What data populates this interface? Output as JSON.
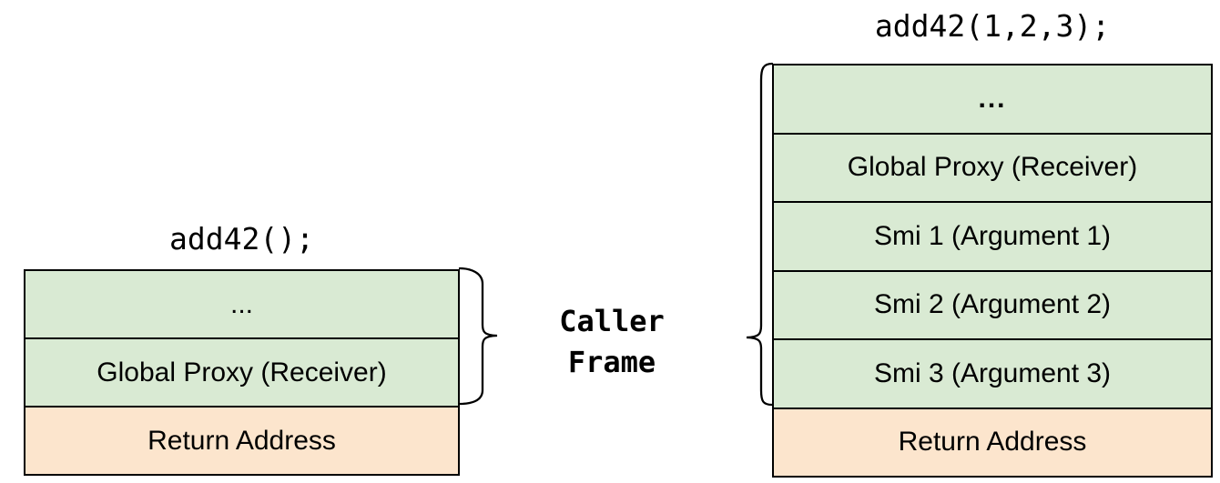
{
  "colors": {
    "slot_green": "#d9ead3",
    "slot_orange": "#fce5cd",
    "border": "#000000",
    "text": "#000000",
    "background": "#ffffff"
  },
  "left_stack": {
    "call_label": "add42();",
    "rows": [
      {
        "label": "..."
      },
      {
        "label": "Global Proxy (Receiver)"
      },
      {
        "label": "Return Address"
      }
    ]
  },
  "right_stack": {
    "call_label": "add42(1,2,3);",
    "rows": [
      {
        "label": "..."
      },
      {
        "label": "Global Proxy (Receiver)"
      },
      {
        "label": "Smi 1 (Argument 1)"
      },
      {
        "label": "Smi 2 (Argument 2)"
      },
      {
        "label": "Smi 3 (Argument 3)"
      },
      {
        "label": "Return Address"
      }
    ]
  },
  "caller_frame": {
    "line1": "Caller",
    "line2": "Frame"
  }
}
